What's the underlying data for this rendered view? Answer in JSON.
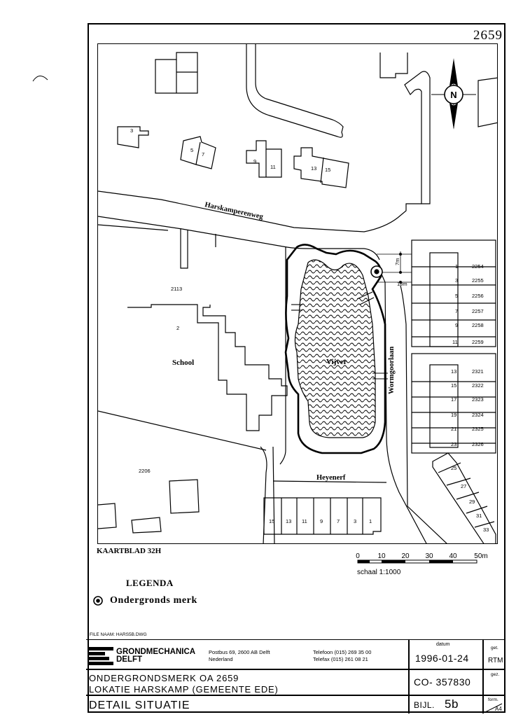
{
  "sheet_number": "2659",
  "map": {
    "street_harskamperenweg": "Harskamperenweg",
    "street_wormgoorlaan": "Wormgoorlaan",
    "street_heyenerf": "Heyenerf",
    "pond_label": "Vijver",
    "school_label": "School",
    "north_label": "N",
    "parcel_2113": "2113",
    "parcel_2206": "2206",
    "school_no": "2",
    "house_numbers_top": [
      "3",
      "5",
      "7",
      "9",
      "11",
      "13",
      "15"
    ],
    "row_numbers_right_a": [
      {
        "no": "1",
        "parcel": "2254"
      },
      {
        "no": "3",
        "parcel": "2255"
      },
      {
        "no": "5",
        "parcel": "2256"
      },
      {
        "no": "7",
        "parcel": "2257"
      },
      {
        "no": "9",
        "parcel": "2258"
      },
      {
        "no": "11",
        "parcel": "2259"
      }
    ],
    "row_numbers_right_b": [
      {
        "no": "13",
        "parcel": "2321"
      },
      {
        "no": "15",
        "parcel": "2322"
      },
      {
        "no": "17",
        "parcel": "2323"
      },
      {
        "no": "19",
        "parcel": "2324"
      },
      {
        "no": "21",
        "parcel": "2325"
      },
      {
        "no": "23",
        "parcel": "2326"
      }
    ],
    "diag_numbers": [
      "25",
      "27",
      "29",
      "31",
      "33"
    ],
    "bottom_row_numbers": [
      "15",
      "13",
      "11",
      "9",
      "7",
      "3",
      "1"
    ],
    "dim_7m": "7m",
    "dim_18m": "18m"
  },
  "kaartblad": "KAARTBLAD 32H",
  "scale": {
    "ticks": [
      "0",
      "10",
      "20",
      "30",
      "40",
      "50m"
    ],
    "label": "schaal 1:1000"
  },
  "legend": {
    "title": "LEGENDA",
    "item": "Ondergronds merk"
  },
  "file_name": "FILE NAAM:      HARS5B.DWG",
  "title_block": {
    "company_line1": "GRONDMECHANICA",
    "company_line2": "DELFT",
    "address_line1": "Postbus 69, 2600 AB Delft",
    "address_line2": "Nederland",
    "phone": "Telefoon (015) 269 35 00",
    "fax": "Telefax (015) 261 08 21",
    "datum_label": "datum",
    "datum_value": "1996-01-24",
    "get_label": "get.",
    "get_value": "RTM",
    "gez_label": "gez.",
    "project_line1": "ONDERGRONDSMERK OA 2659",
    "project_line2": "LOKATIE HARSKAMP (GEMEENTE EDE)",
    "detail": "DETAIL SITUATIE",
    "co_number": "CO- 357830",
    "bijl_label": "BIJL.",
    "bijl_value": "5b",
    "form_label": "form.",
    "form_value": "A4"
  }
}
